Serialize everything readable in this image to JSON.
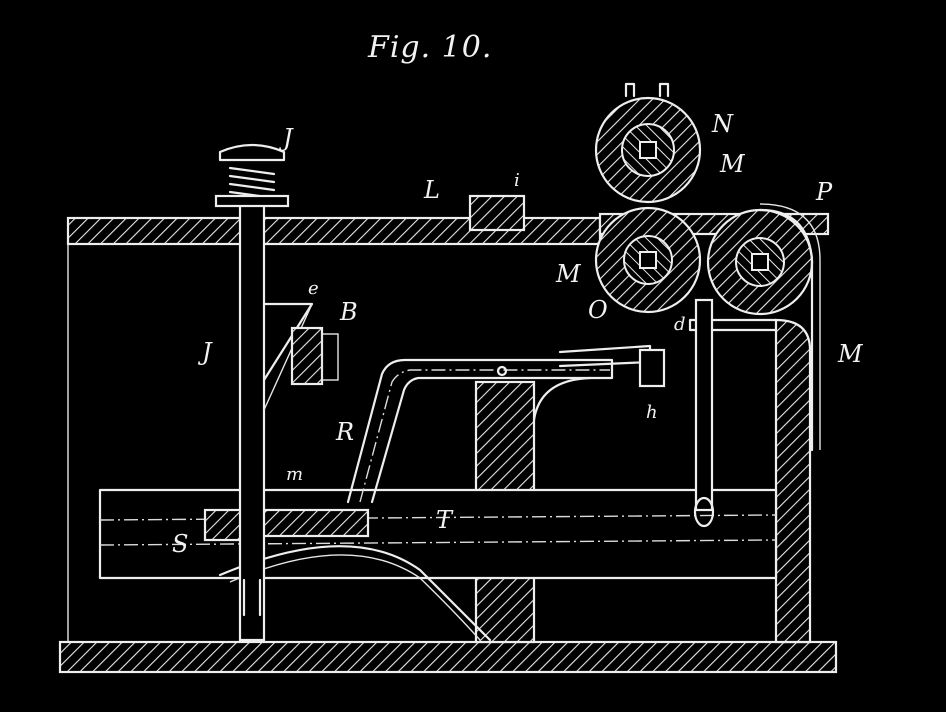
{
  "figure": {
    "caption": "Fig. 10."
  },
  "labels": {
    "J_top": "J",
    "J_left": "J",
    "e": "e",
    "B": "B",
    "L": "L",
    "i": "i",
    "N": "N",
    "M_upper": "M",
    "M_left": "M",
    "M_right": "M",
    "P": "P",
    "O": "O",
    "d": "d",
    "h": "h",
    "R": "R",
    "T": "T",
    "m": "m",
    "S": "S"
  },
  "colors": {
    "background": "#000000",
    "ink": "#eeeeee"
  }
}
